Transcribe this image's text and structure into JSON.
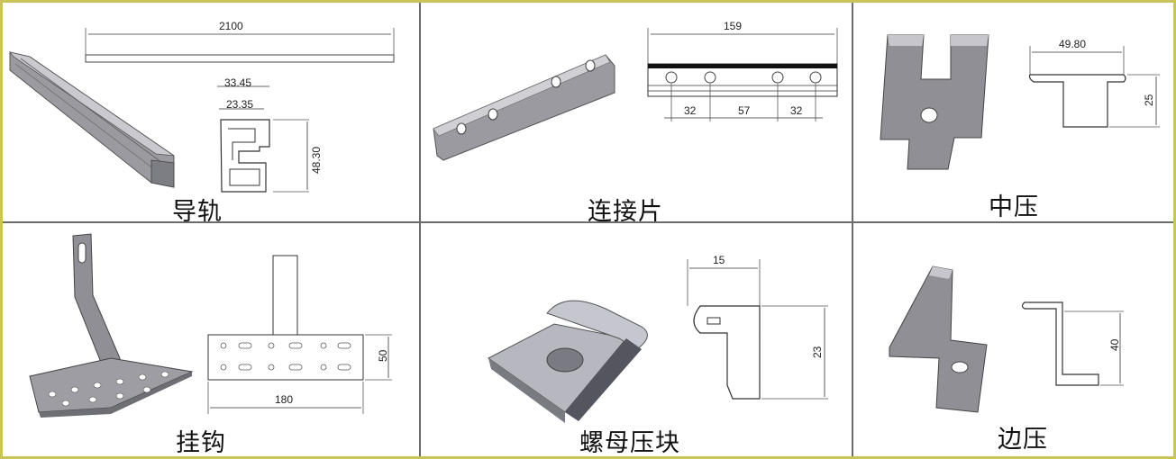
{
  "panels": [
    {
      "label": "导轨",
      "dims": [
        "2100",
        "33.45",
        "23.35",
        "48.30"
      ]
    },
    {
      "label": "连接片",
      "dims": [
        "159",
        "32",
        "57",
        "32"
      ]
    },
    {
      "label": "中压",
      "dims": [
        "49.80",
        "25"
      ]
    },
    {
      "label": "挂钩",
      "dims": [
        "50",
        "180"
      ]
    },
    {
      "label": "螺母压块",
      "dims": [
        "15",
        "23"
      ]
    },
    {
      "label": "边压",
      "dims": [
        "40"
      ]
    }
  ]
}
